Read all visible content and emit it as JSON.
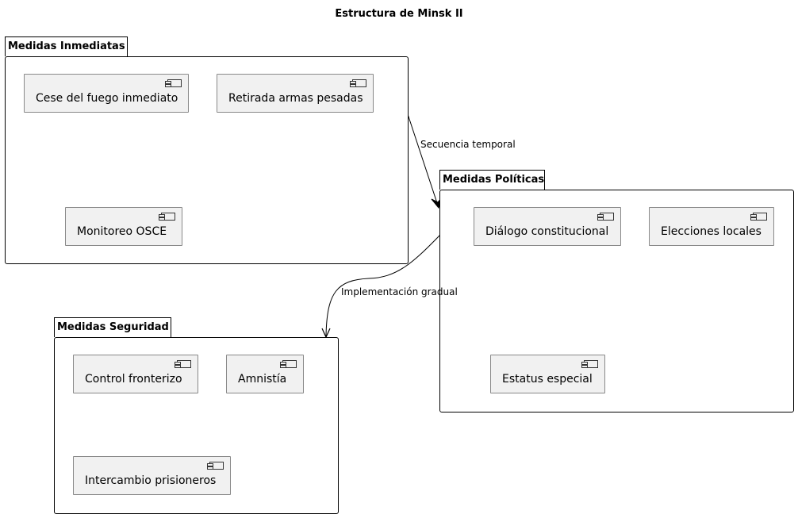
{
  "diagram": {
    "title": "Estructura de Minsk II",
    "packages": {
      "inmediatas": {
        "label": "Medidas Inmediatas",
        "components": [
          "Cese del fuego inmediato",
          "Retirada armas pesadas",
          "Monitoreo OSCE"
        ]
      },
      "politicas": {
        "label": "Medidas Políticas",
        "components": [
          "Diálogo constitucional",
          "Elecciones locales",
          "Estatus especial"
        ]
      },
      "seguridad": {
        "label": "Medidas Seguridad",
        "components": [
          "Control fronterizo",
          "Amnistía",
          "Intercambio prisioneros"
        ]
      }
    },
    "edges": [
      {
        "from": "Medidas Inmediatas",
        "to": "Medidas Políticas",
        "label": "Secuencia temporal"
      },
      {
        "from": "Medidas Políticas",
        "to": "Medidas Seguridad",
        "label": "Implementación gradual"
      }
    ]
  }
}
